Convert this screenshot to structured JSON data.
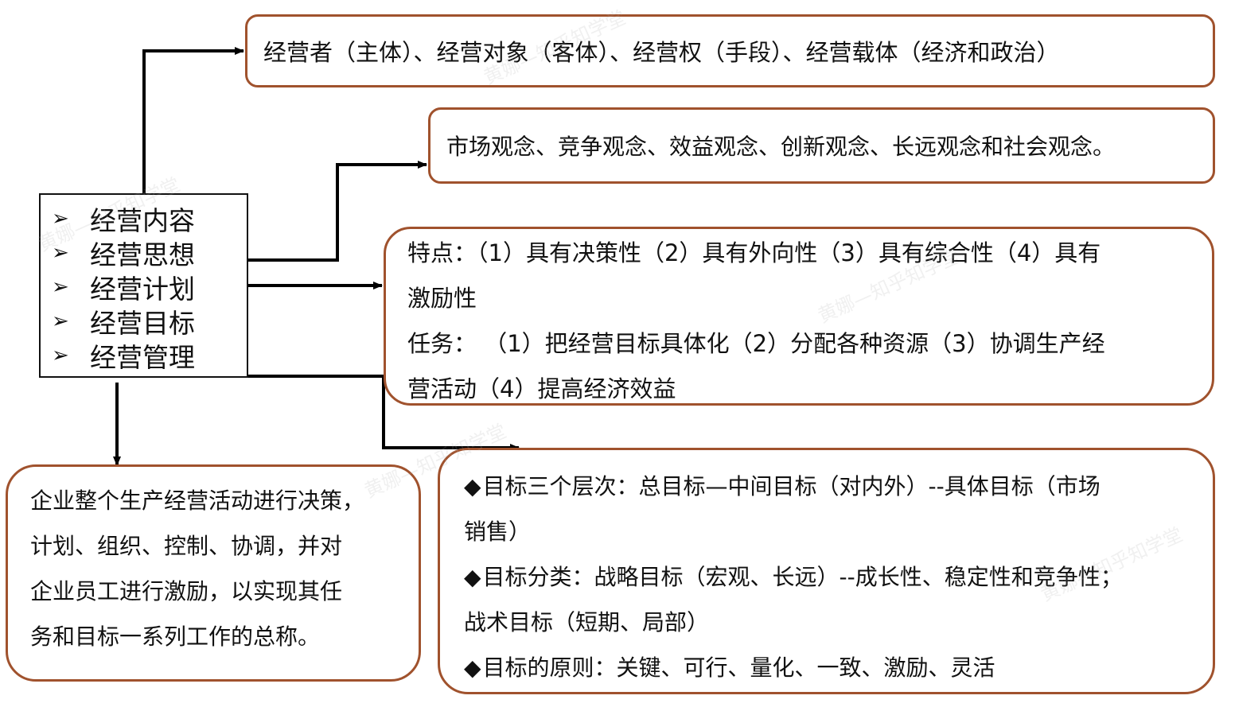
{
  "center": {
    "items": [
      "经营内容",
      "经营思想",
      "经营计划",
      "经营目标",
      "经营管理"
    ]
  },
  "components_box": {
    "text": "经营者（主体）、经营对象（客体）、经营权（手段）、经营载体（经济和政治）"
  },
  "ideas_box": {
    "text": "市场观念、竞争观念、效益观念、创新观念、长远观念和社会观念。"
  },
  "plan_box": {
    "features_line1": "特点：（1）具有决策性（2）具有外向性（3）具有综合性（4）具有",
    "features_line2": "激励性",
    "tasks_line1": "任务：  （1）把经营目标具体化（2）分配各种资源（3）协调生产经",
    "tasks_line2": "营活动（4）提高经济效益"
  },
  "definition_box": {
    "lines": [
      "企业整个生产经营活动进行决策，",
      "计划、组织、控制、协调，并对",
      "企业员工进行激励，以实现其任",
      "务和目标一系列工作的总称。"
    ]
  },
  "goals_box": {
    "bullet": "◆",
    "levels_line1": "目标三个层次：总目标—中间目标（对内外）--具体目标（市场",
    "levels_line2": "销售）",
    "classes_line1": "目标分类：战略目标（宏观、长远）--成长性、稳定性和竞争性；",
    "classes_line2": "战术目标（短期、局部）",
    "principles_line1": "目标的原则：关键、可行、量化、一致、激励、灵活"
  },
  "watermark": "黄娜—知乎知学堂",
  "colors": {
    "box_border": "#a0522d",
    "center_border": "#111111",
    "arrow": "#000000"
  }
}
